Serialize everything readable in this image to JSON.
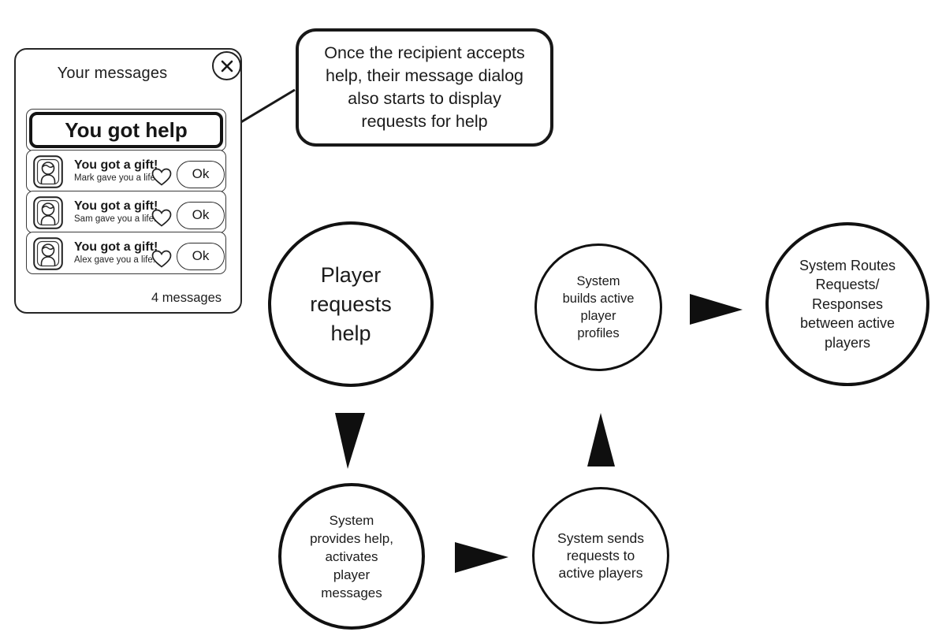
{
  "dialog": {
    "title": "Your messages",
    "close_icon": "close-x",
    "header_button": "You got help",
    "messages": [
      {
        "title": "You got a gift!",
        "subtitle": "Mark gave you a life!",
        "ok_label": "Ok"
      },
      {
        "title": "You got a gift!",
        "subtitle": "Sam gave you a life!",
        "ok_label": "Ok"
      },
      {
        "title": "You got a gift!",
        "subtitle": "Alex gave you a life!",
        "ok_label": "Ok"
      }
    ],
    "footer": "4 messages"
  },
  "callout": {
    "text": "Once the recipient accepts\nhelp, their message dialog\nalso starts to display\nrequests for help"
  },
  "flow": {
    "nodes": [
      {
        "id": "player-requests-help",
        "label": "Player\nrequests\nhelp"
      },
      {
        "id": "system-provides-help",
        "label": "System\nprovides help,\nactivates\nplayer\nmessages"
      },
      {
        "id": "system-sends-requests",
        "label": "System sends\nrequests to\nactive players"
      },
      {
        "id": "system-builds-profiles",
        "label": "System\nbuilds active\nplayer\nprofiles"
      },
      {
        "id": "system-routes",
        "label": "System Routes\nRequests/\nResponses\nbetween active\nplayers"
      }
    ],
    "arrows": [
      {
        "id": "callout-to-heart",
        "type": "line-arrow"
      },
      {
        "id": "player-to-provides",
        "type": "solid-triangle-down"
      },
      {
        "id": "provides-to-sends",
        "type": "solid-triangle-right"
      },
      {
        "id": "sends-to-builds",
        "type": "solid-triangle-up"
      },
      {
        "id": "builds-to-routes",
        "type": "solid-triangle-right"
      }
    ]
  },
  "colors": {
    "ink": "#1b1b1b",
    "background": "#ffffff"
  }
}
